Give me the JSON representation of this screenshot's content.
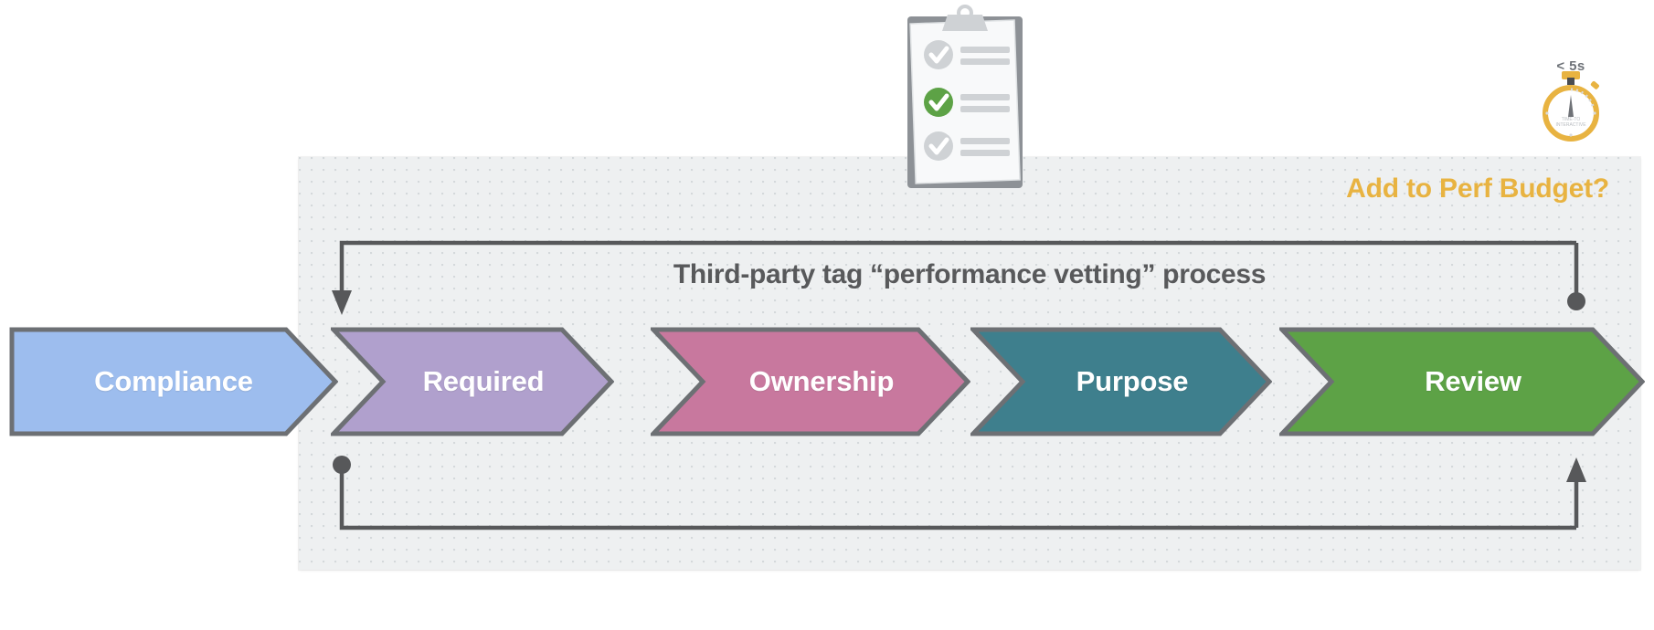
{
  "panel": {
    "header_label": "Add to Perf Budget?",
    "header_color": "#e8b341",
    "process_title": "Third-party tag “performance vetting” process",
    "title_color": "#58595b",
    "background": "#eef0f1"
  },
  "stages": [
    {
      "label": "Compliance",
      "color": "#9dbdee",
      "stroke": "#6d7074",
      "text_color": "#ffffff"
    },
    {
      "label": "Required",
      "color": "#b0a0cd",
      "stroke": "#6d7074",
      "text_color": "#ffffff"
    },
    {
      "label": "Ownership",
      "color": "#c8789e",
      "stroke": "#6d7074",
      "text_color": "#ffffff"
    },
    {
      "label": "Purpose",
      "color": "#3e7f8d",
      "stroke": "#6d7074",
      "text_color": "#ffffff"
    },
    {
      "label": "Review",
      "color": "#5da246",
      "stroke": "#6d7074",
      "text_color": "#ffffff"
    }
  ],
  "loops": {
    "top": {
      "start_marker": "arrowhead-down",
      "end_marker": "dot",
      "stroke_color": "#57585a",
      "description": "feedback loop above stages"
    },
    "bottom": {
      "start_marker": "dot",
      "end_marker": "arrowhead-up",
      "stroke_color": "#57585a",
      "description": "feedback loop below stages"
    }
  },
  "clipboard": {
    "icon_name": "clipboard-checklist-icon",
    "board_color": "#8d9196",
    "paper_color": "#f6f7f8",
    "check_done_color": "#5da246",
    "check_pending_color": "#cfd2d5",
    "line_color": "#cfd2d5",
    "items": [
      {
        "state": "pending"
      },
      {
        "state": "done"
      },
      {
        "state": "pending"
      }
    ]
  },
  "stopwatch": {
    "icon_name": "stopwatch-icon",
    "caption": "< 5s",
    "caption_color": "#6e7278",
    "ring_color": "#e8b341",
    "face_color": "#ffffff",
    "needle_color": "#6f7277",
    "face_text_line1": "TIME-TO",
    "face_text_line2": "INTERACTIVE"
  }
}
